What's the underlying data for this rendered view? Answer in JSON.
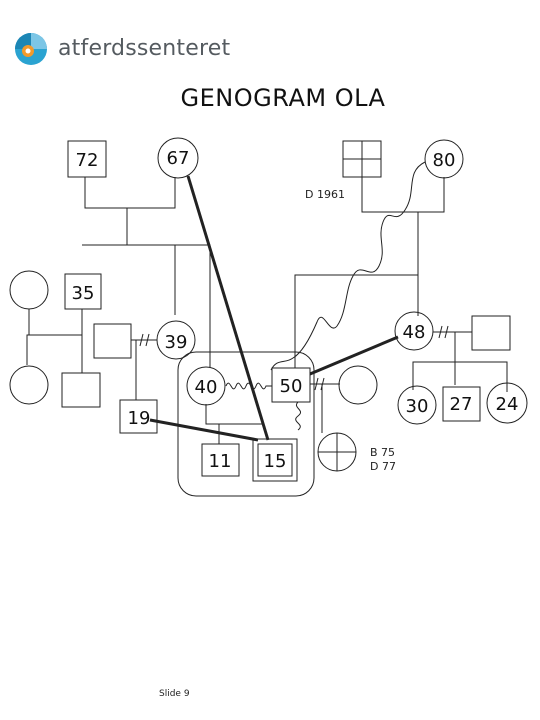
{
  "brand": {
    "name": "atferdssenteret",
    "accent": "#2aa3d1",
    "orange": "#f39a2b"
  },
  "title": "GENOGRAM OLA",
  "slide": "Slide 9",
  "persons": {
    "p72": "72",
    "p67": "67",
    "p80": "80",
    "p35": "35",
    "p39": "39",
    "p48": "48",
    "p40": "40",
    "p50": "50",
    "p19": "19",
    "p11": "11",
    "p15": "15",
    "p30": "30",
    "p27": "27",
    "p24": "24"
  },
  "notes": {
    "d1961": "D 1961",
    "b75": "B 75",
    "d77": "D 77"
  },
  "legend_icons": [
    "deceased-square-icon",
    "deceased-circle-icon"
  ]
}
